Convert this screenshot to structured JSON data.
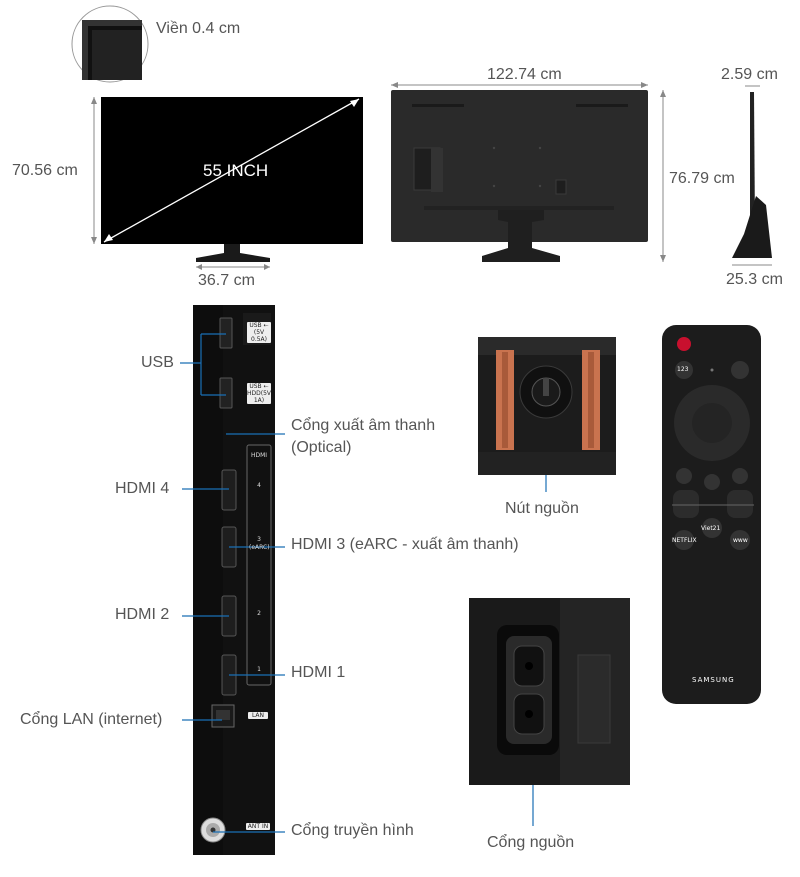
{
  "bezel": {
    "label": "Viền 0.4 cm"
  },
  "front": {
    "screen_size": "55 INCH",
    "height": "70.56 cm",
    "stand_width": "36.7 cm"
  },
  "back": {
    "width": "122.74 cm",
    "height_with_stand": "76.79 cm"
  },
  "side": {
    "depth": "2.59 cm",
    "stand_depth": "25.3 cm"
  },
  "ports": {
    "usb": "USB",
    "optical": "Cổng xuất âm thanh\n(Optical)",
    "optical_line1": "Cổng xuất âm thanh",
    "optical_line2": "(Optical)",
    "hdmi4": "HDMI 4",
    "hdmi3": "HDMI 3 (eARC - xuất âm thanh)",
    "hdmi2": "HDMI 2",
    "hdmi1": "HDMI 1",
    "lan": "Cổng LAN (internet)",
    "antenna": "Cổng truyền hình"
  },
  "port_panel_labels": {
    "usb1": "USB ⇠ (5V 0.5A)",
    "usb1_line1": "USB ⇠",
    "usb1_line2": "(5V 0.5A)",
    "usb2_line1": "USB ⇠",
    "usb2_line2": "HDD(5V 1A)",
    "hdmi_header": "HDMI",
    "hdmi4_num": "4",
    "hdmi3_num": "3",
    "hdmi3_sub": "(eARC)",
    "hdmi2_num": "2",
    "hdmi1_num": "1",
    "lan": "LAN",
    "ant": "ANT IN"
  },
  "power_button": {
    "label": "Nút nguồn"
  },
  "power_socket": {
    "label": "Cổng nguồn"
  },
  "remote": {
    "brand": "SAMSUNG",
    "netflix": "NETFLIX",
    "www": "www",
    "num": "123",
    "center": "Viet21"
  },
  "colors": {
    "line": "#1a6fb5",
    "tv_body": "#111111",
    "label": "#555555"
  }
}
